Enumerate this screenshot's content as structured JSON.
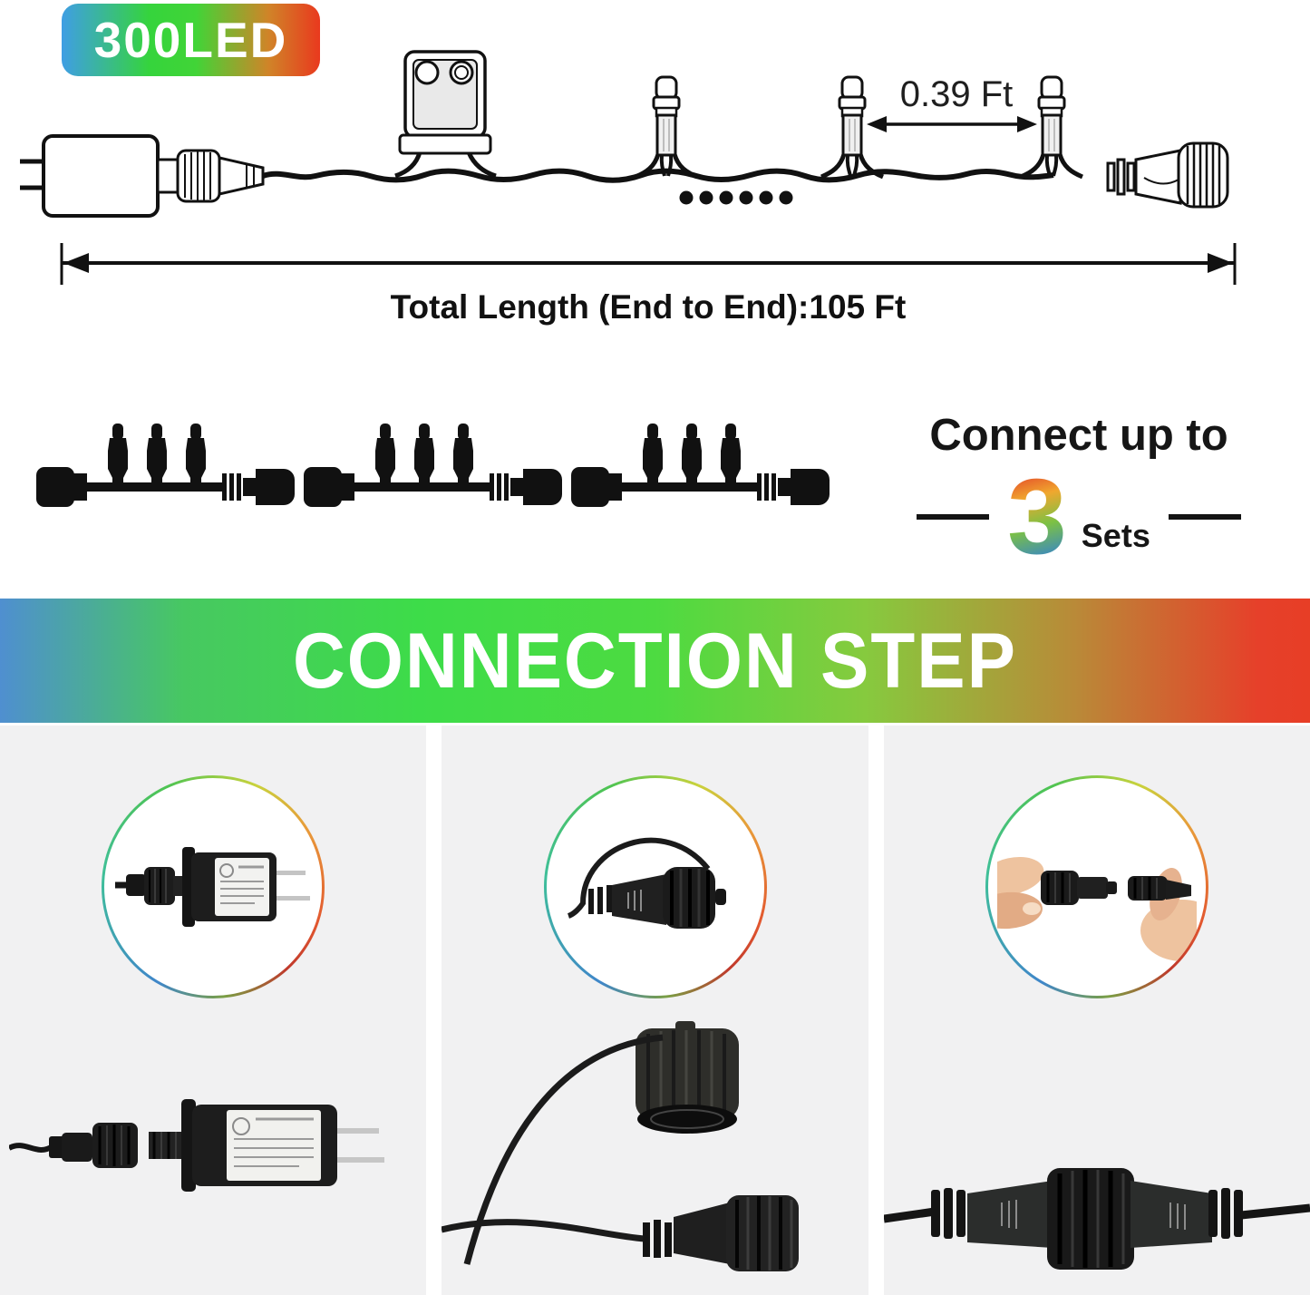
{
  "badge": {
    "label": "300LED"
  },
  "top_diagram": {
    "bulb_spacing_label": "0.39 Ft",
    "total_length_label": "Total Length (End to End):105 Ft",
    "visible_bulbs": 3,
    "ellipsis_dots": 6,
    "parts": [
      "power-adapter",
      "controller-box",
      "led-bulb",
      "end-connector"
    ]
  },
  "connect_section": {
    "segment_count": 3,
    "bulbs_per_segment": 3,
    "heading": "Connect up to",
    "number": "3",
    "unit": "Sets"
  },
  "banner": {
    "title": "CONNECTION STEP"
  },
  "steps": [
    {
      "icon": "power-adapter-with-connector-photo"
    },
    {
      "icon": "connector-with-cap-photo"
    },
    {
      "icon": "hands-joining-connectors-photo"
    }
  ],
  "colors": {
    "badge_gradient": [
      "#3f9ee4",
      "#35d43c",
      "#e9391e"
    ],
    "banner_gradient": [
      "#4f8fd0",
      "#3ddc49",
      "#e73e26"
    ],
    "banner_text": "#ffffff",
    "number_gradient": [
      "#e2382a",
      "#f0a72e",
      "#7cc144",
      "#2f7fd6"
    ],
    "ring_gradient": [
      "#4fc452",
      "#e2572f",
      "#e89a3a",
      "#3fbf9a",
      "#3f86c9"
    ],
    "photo_panel_bg": "#f1f1f2",
    "line_art": "#111111"
  }
}
